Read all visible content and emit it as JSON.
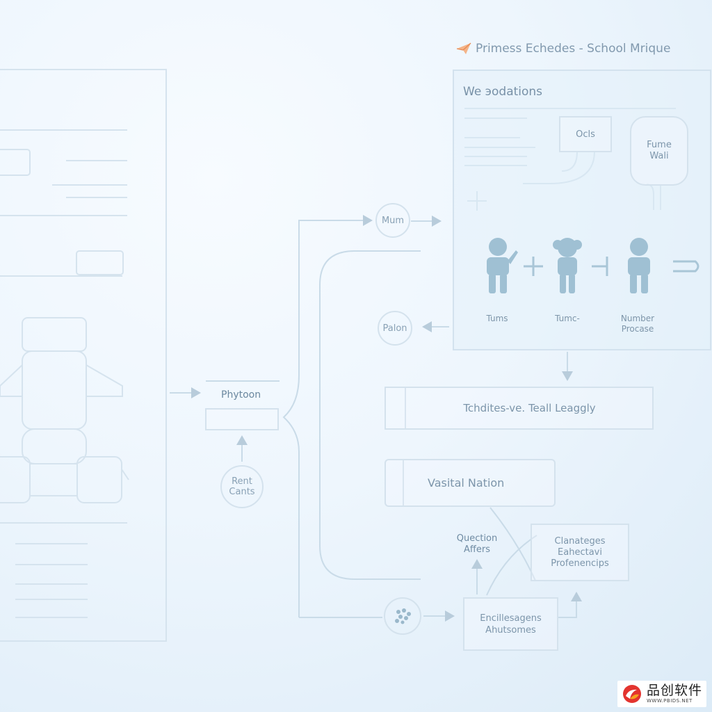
{
  "header": {
    "title": "Primess Echedes - School Mrique",
    "icon": "paper-plane-icon"
  },
  "panel": {
    "title": "We эodations",
    "ocls_label": "Ocls",
    "fume_label": "Fume Wali",
    "people": [
      {
        "label": "Tums"
      },
      {
        "label": "Tumc-"
      },
      {
        "label": "Number Procase"
      }
    ]
  },
  "nodes": {
    "mum": "Mum",
    "palon": "Palon",
    "phytoon": "Phytoon",
    "rent_cants": "Rent Cants",
    "technique_bar": "Tchdites-ve. Teall Leaggly",
    "vasital_nation": "Vasital Nation",
    "question_affers": "Quection Affers",
    "clanateges": "Clanateges Eahectavi Profenencips",
    "encilles": "Encillesagens Ahutsomes"
  },
  "watermark": {
    "cn": "品创软件",
    "url": "WWW.PBIDS.NET"
  },
  "colors": {
    "accent": "#f0a36b",
    "line": "#c9dbe8",
    "person": "#8fb6cc"
  }
}
